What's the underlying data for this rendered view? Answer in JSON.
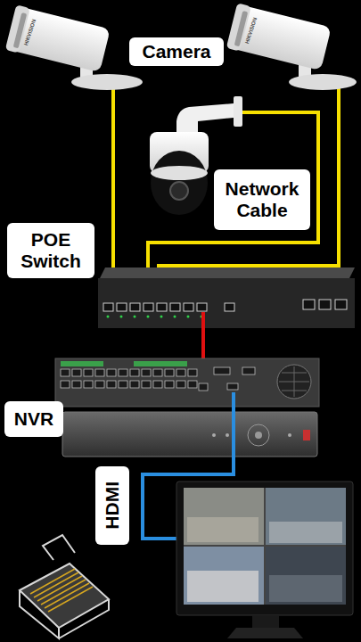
{
  "diagram": {
    "nodes": [
      {
        "text": [
          "Camera"
        ]
      },
      {
        "text": [
          "Network Cable"
        ]
      },
      {
        "text": [
          "POE Switch"
        ]
      },
      {
        "text": [
          "NVR"
        ]
      },
      {
        "text": [
          "HDMI"
        ]
      }
    ],
    "labels": [
      "HIKVISION",
      "HIKVISION"
    ]
  }
}
